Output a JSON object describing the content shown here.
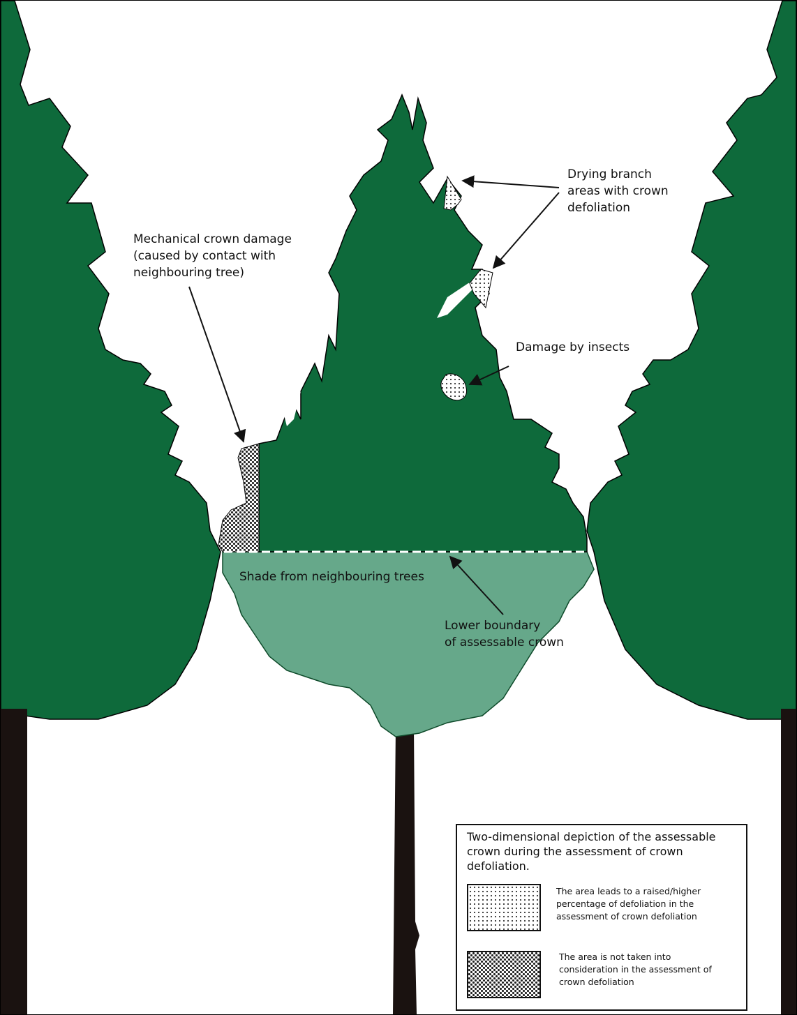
{
  "colors": {
    "crown": "#0e6a3b",
    "shaded_crown": "#66a88a",
    "trunk": "#1a1210",
    "background": "#ffffff",
    "boundary_line": "#ffffff"
  },
  "annotations": {
    "mechanical_damage": "Mechanical crown damage\n(caused by contact with\nneighbouring tree)",
    "drying_branch": "Drying branch\nareas with crown\ndefoliation",
    "insect_damage": "Damage by insects",
    "shade": "Shade from neighbouring trees",
    "lower_boundary": "Lower boundary\nof assessable crown"
  },
  "legend": {
    "title": "Two-dimensional depiction of the assessable crown during the assessment of crown defoliation.",
    "items": [
      {
        "pattern": "light-dotted",
        "text": "The area leads to a raised/higher percentage of defoliation in the assessment of crown defoliation"
      },
      {
        "pattern": "dark-crosshatch",
        "text": "The area is not taken into consideration in the assessment of crown defoliation"
      }
    ]
  }
}
